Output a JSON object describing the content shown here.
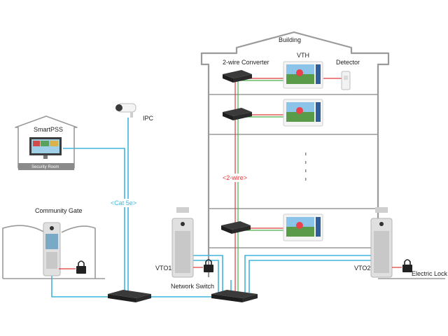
{
  "labels": {
    "building": "Building",
    "vth": "VTH",
    "converter": "2-wire Converter",
    "detector": "Detector",
    "ipc": "IPC",
    "smartpss": "SmartPSS",
    "security_room": "Security Room",
    "community_gate": "Community Gate",
    "cat5e": "<Cat 5e>",
    "two_wire": "<2-wire>",
    "vto1": "VTO1",
    "vto2": "VTO2",
    "network_switch": "Network Switch",
    "electric_lock": "Electric Lock"
  },
  "colors": {
    "cat5e_line": "#3fb6dd",
    "two_wire_red": "#e03a3a",
    "two_wire_green": "#49b04b",
    "building_outline": "#9a9a9a"
  }
}
